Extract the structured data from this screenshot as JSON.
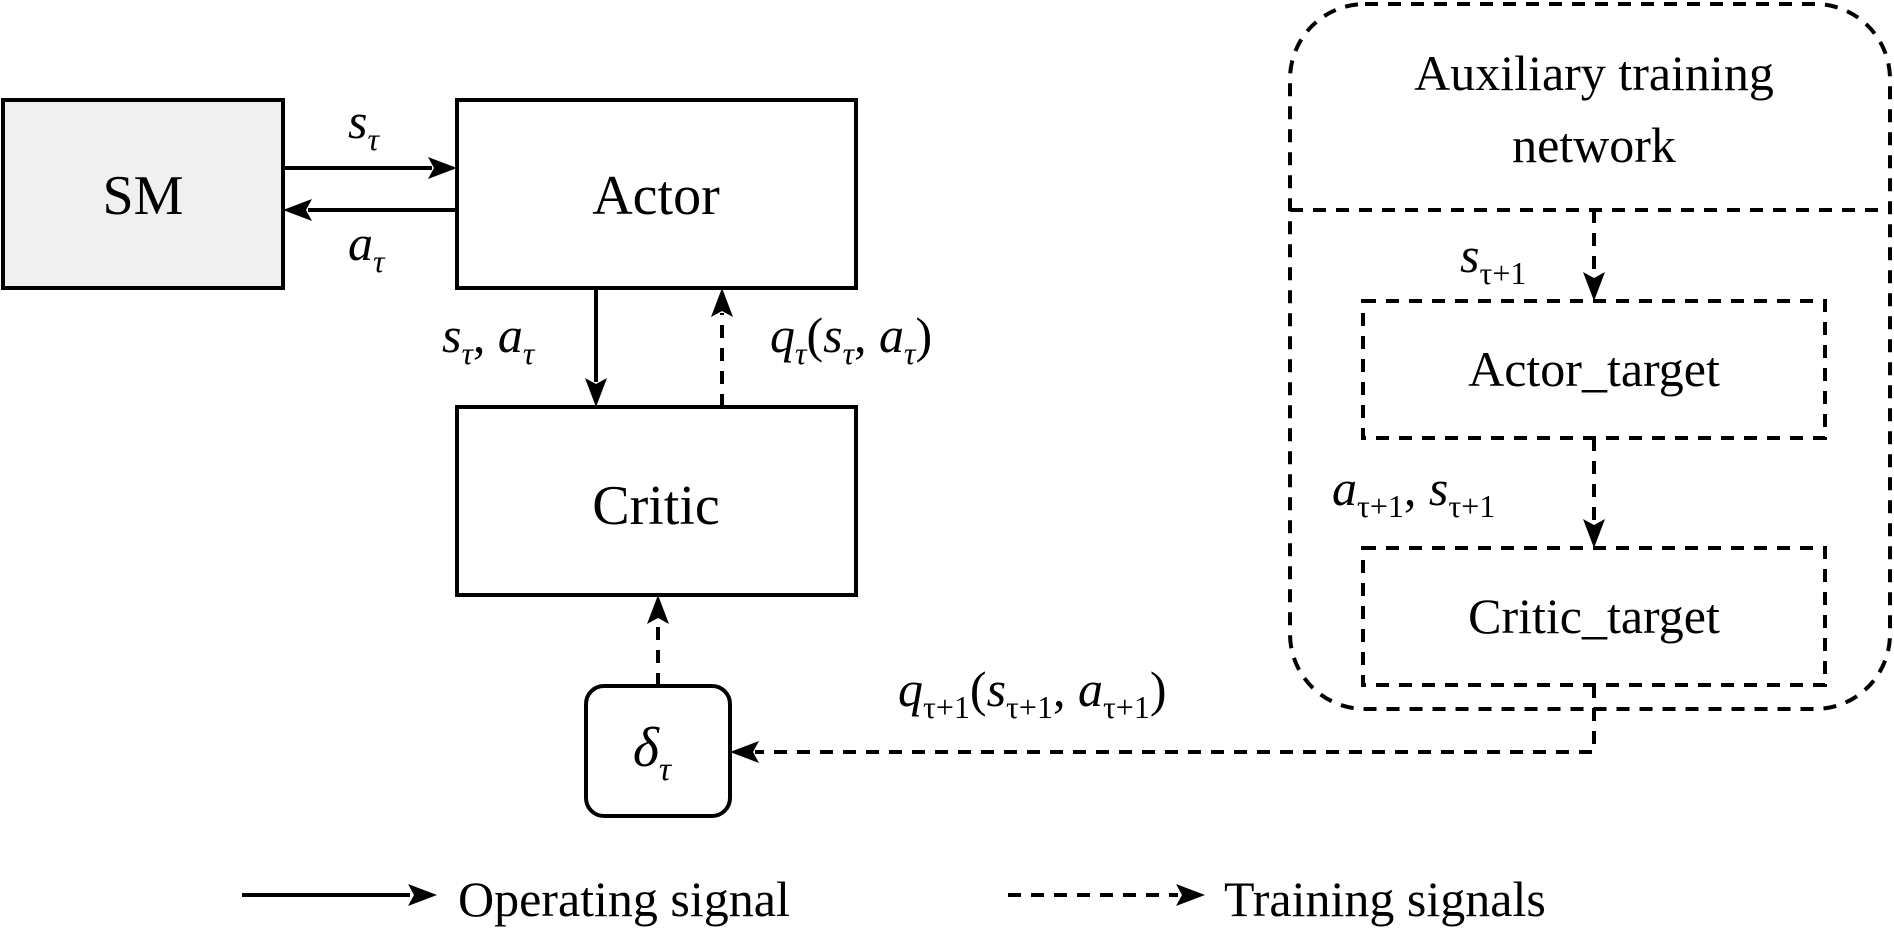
{
  "nodes": {
    "sm": "SM",
    "actor": "Actor",
    "critic": "Critic",
    "aux_line1": "Auxiliary training",
    "aux_line2": "network",
    "actor_target": "Actor_target",
    "critic_target": "Critic_target",
    "delta": "δ",
    "delta_sub": "τ"
  },
  "signals": {
    "s": "s",
    "a": "a",
    "q": "q",
    "tau": "τ",
    "tau_plus_1": "τ+1",
    "comma": ", ",
    "open_paren": "(",
    "close_paren": ")"
  },
  "legend": {
    "operating": "Operating signal",
    "training": "Training signals"
  }
}
